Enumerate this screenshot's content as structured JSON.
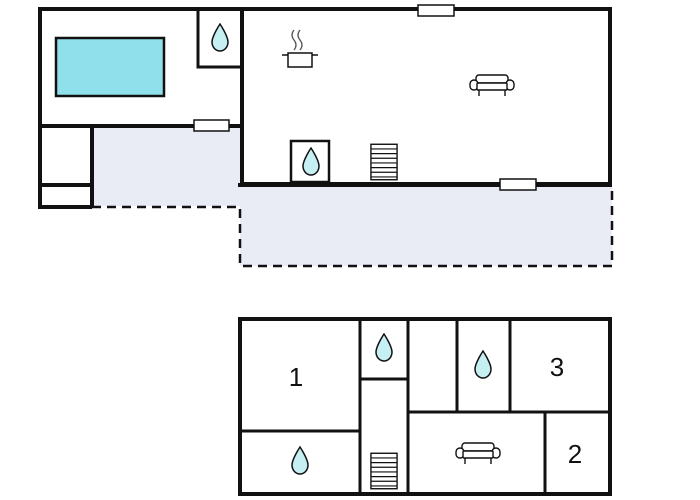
{
  "floor_plan": {
    "room_labels": [
      {
        "text": "1"
      },
      {
        "text": "3"
      },
      {
        "text": "2"
      }
    ],
    "icons": {
      "water": "water-drop-icon",
      "stairs": "stairs-icon",
      "sofa": "sofa-icon",
      "cooking": "cooking-pot-icon",
      "pool": "pool"
    },
    "colors": {
      "wall": "#111111",
      "pool": "#8fe0ea",
      "terrace": "#e9ecf5",
      "water_drop": "#c6eff4"
    }
  }
}
